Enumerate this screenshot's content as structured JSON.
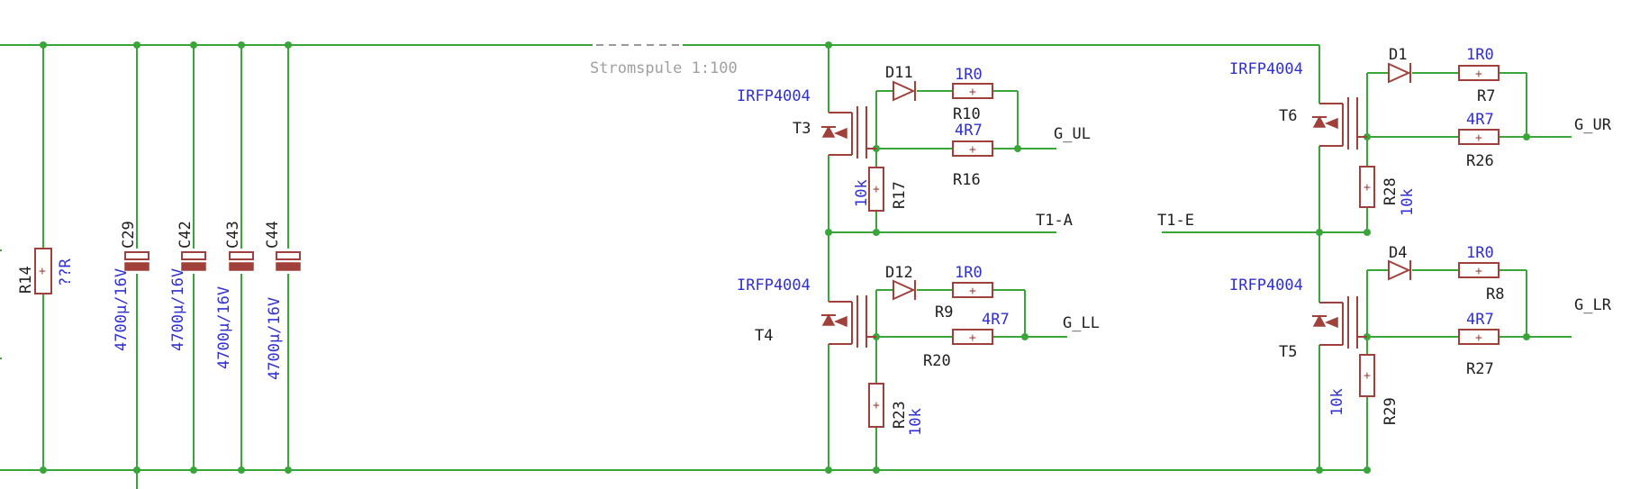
{
  "annotation": "Stromspule 1:100",
  "resistors": {
    "R14": {
      "name": "R14",
      "value": "??R"
    },
    "R7": {
      "name": "R7",
      "value": "1R0"
    },
    "R8": {
      "name": "R8",
      "value": "1R0"
    },
    "R9": {
      "name": "R9",
      "value": "1R0"
    },
    "R10": {
      "name": "R10",
      "value": "1R0"
    },
    "R16": {
      "name": "R16",
      "value": "4R7"
    },
    "R20": {
      "name": "R20",
      "value": "4R7"
    },
    "R26": {
      "name": "R26",
      "value": "4R7"
    },
    "R27": {
      "name": "R27",
      "value": "4R7"
    },
    "R17": {
      "name": "R17",
      "value": "10k"
    },
    "R23": {
      "name": "R23",
      "value": "10k"
    },
    "R28": {
      "name": "R28",
      "value": "10k"
    },
    "R29": {
      "name": "R29",
      "value": "10k"
    }
  },
  "capacitors": {
    "C29": {
      "name": "C29",
      "value": "4700µ/16V"
    },
    "C42": {
      "name": "C42",
      "value": "4700µ/16V"
    },
    "C43": {
      "name": "C43",
      "value": "4700µ/16V"
    },
    "C44": {
      "name": "C44",
      "value": "4700µ/16V"
    }
  },
  "transistors": {
    "T3": {
      "name": "T3",
      "value": "IRFP4004"
    },
    "T4": {
      "name": "T4",
      "value": "IRFP4004"
    },
    "T5": {
      "name": "T5",
      "value": "IRFP4004"
    },
    "T6": {
      "name": "T6",
      "value": "IRFP4004"
    }
  },
  "diodes": {
    "D1": {
      "name": "D1"
    },
    "D4": {
      "name": "D4"
    },
    "D11": {
      "name": "D11"
    },
    "D12": {
      "name": "D12"
    }
  },
  "nets": {
    "g_ul": "G_UL",
    "g_ll": "G_LL",
    "g_ur": "G_UR",
    "g_lr": "G_LR",
    "t1a": "T1-A",
    "t1e": "T1-E"
  }
}
